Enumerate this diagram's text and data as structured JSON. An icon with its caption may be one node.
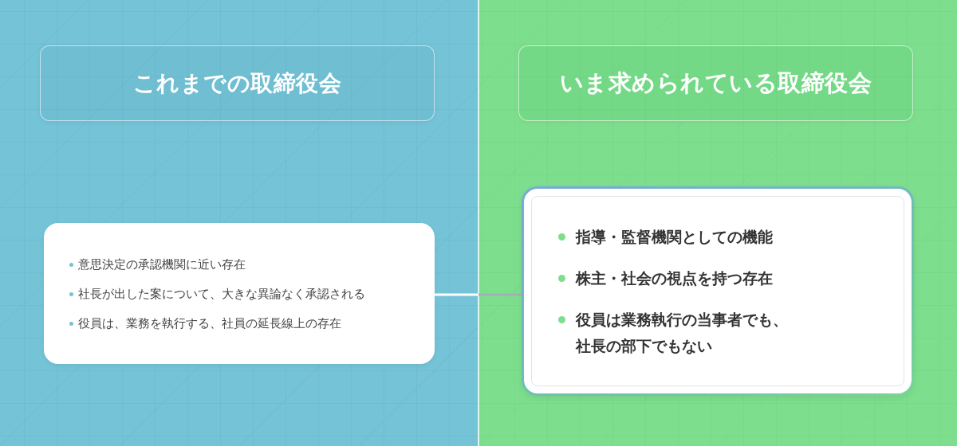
{
  "diagram": {
    "nodes": [
      {
        "text": [
          "これまでの取締役会"
        ]
      },
      {
        "text": [
          "意思決定の承認機関に近い存在",
          "社長が出した案について、大きな異論なく承認される",
          "役員は、業務を執行する、社員の延長線上の存在"
        ]
      },
      {
        "text": [
          "いま求められている取締役会"
        ]
      },
      {
        "text": [
          "指導・監督機関としての機能",
          "株主・社会の視点を持つ存在",
          "役員は業務執行の当事者でも、社長の部下でもない"
        ]
      }
    ],
    "edges": [
      {
        "from": 1,
        "to": 3,
        "arrow": "none"
      }
    ]
  }
}
